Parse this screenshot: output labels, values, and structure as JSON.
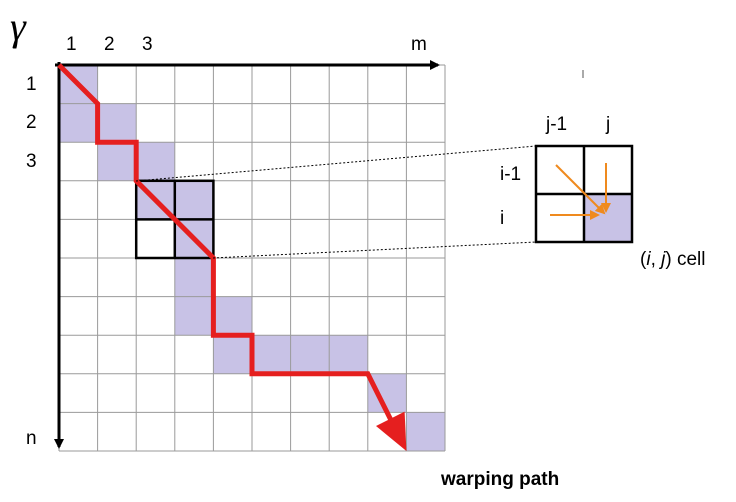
{
  "diagram": {
    "symbol": "γ",
    "grid": {
      "rows": 10,
      "cols": 10
    },
    "column_labels": [
      "1",
      "2",
      "3",
      "m"
    ],
    "row_labels": [
      "1",
      "2",
      "3",
      "n"
    ],
    "shaded_cells": [
      [
        0,
        0
      ],
      [
        1,
        0
      ],
      [
        1,
        1
      ],
      [
        2,
        1
      ],
      [
        2,
        2
      ],
      [
        3,
        2
      ],
      [
        3,
        3
      ],
      [
        4,
        3
      ],
      [
        5,
        3
      ],
      [
        6,
        3
      ],
      [
        6,
        4
      ],
      [
        7,
        4
      ],
      [
        7,
        5
      ],
      [
        7,
        6
      ],
      [
        7,
        7
      ],
      [
        8,
        8
      ],
      [
        9,
        9
      ]
    ],
    "warping_path": [
      [
        0,
        0
      ],
      [
        1,
        1
      ],
      [
        1,
        2
      ],
      [
        2,
        2
      ],
      [
        2,
        3
      ],
      [
        4,
        5
      ],
      [
        4,
        7
      ],
      [
        5,
        7
      ],
      [
        5,
        8
      ],
      [
        8,
        8
      ],
      [
        9,
        10
      ]
    ],
    "highlight_block": {
      "row": 3,
      "col": 2,
      "size": 2
    },
    "caption": "warping path",
    "inset": {
      "column_labels": [
        "j-1",
        "j"
      ],
      "row_labels": [
        "i-1",
        "i"
      ],
      "cell_caption_prefix": "(",
      "cell_caption_i": "i",
      "cell_caption_sep": ", ",
      "cell_caption_j": "j",
      "cell_caption_suffix": ") cell"
    },
    "colors": {
      "shade": "#c8c2e6",
      "grid": "#9a9a9a",
      "path": "#e51f1f",
      "arrows": "#ef8a1e",
      "axis": "#000000"
    }
  }
}
